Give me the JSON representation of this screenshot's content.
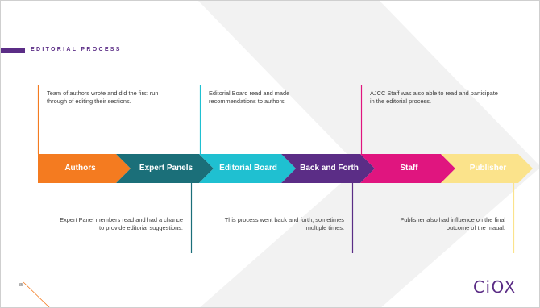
{
  "title": "EDITORIAL PROCESS",
  "steps": [
    {
      "label": "Authors",
      "color": "#f47b20"
    },
    {
      "label": "Expert Panels",
      "color": "#1b6f79"
    },
    {
      "label": "Editorial Board",
      "color": "#1fc0d1"
    },
    {
      "label": "Back and Forth",
      "color": "#5b2d86"
    },
    {
      "label": "Staff",
      "color": "#e0157f"
    },
    {
      "label": "Publisher",
      "color": "#fbe38b"
    }
  ],
  "notes": {
    "authors": "Team of authors wrote and did the first run through of editing their sections.",
    "expert_panels": "Expert Panel members read and had a chance to provide editorial suggestions.",
    "editorial_board": "Editorial Board read and made recommendations to authors.",
    "back_and_forth": "This process went back and forth, sometimes multiple times.",
    "staff": "AJCC Staff was also able to read and participate in the editorial process.",
    "publisher": "Publisher also had influence on the final outcome of the maual."
  },
  "page_number": "35",
  "logo_text": "CiOX",
  "colors": {
    "brand_purple": "#5b2d86",
    "background_chevron": "#f2f2f2"
  }
}
